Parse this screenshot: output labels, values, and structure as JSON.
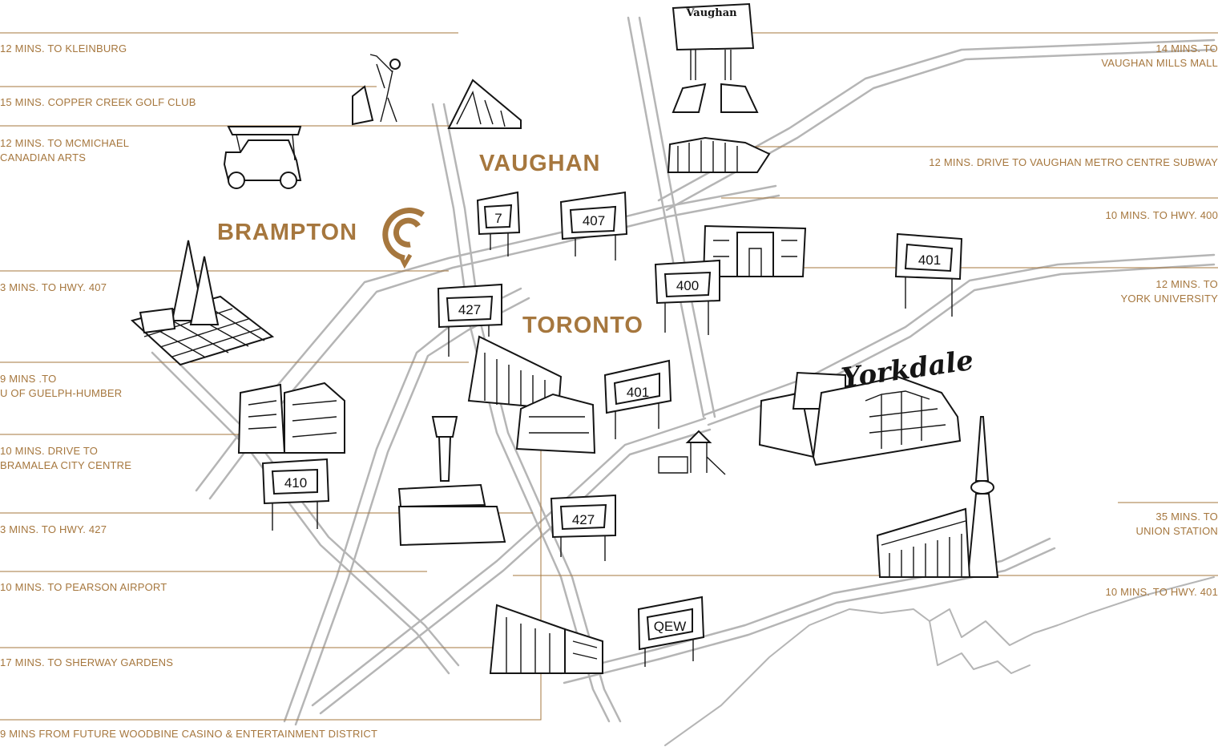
{
  "cities": {
    "vaughan": "VAUGHAN",
    "brampton": "BRAMPTON",
    "toronto": "TORONTO"
  },
  "landmarks": {
    "mall_sign": "Vaughan",
    "yorkdale": "Yorkdale"
  },
  "highway_signs": {
    "hwy7": "7",
    "hwy407": "407",
    "hwy400": "400",
    "hwy401_east": "401",
    "hwy427_north": "427",
    "hwy401_central": "401",
    "hwy410": "410",
    "hwy427_south": "427",
    "qew": "QEW"
  },
  "left_labels": {
    "kleinburg": "12 MINS. TO KLEINBURG",
    "copper_creek": "15 MINS. COPPER CREEK GOLF CLUB",
    "mcmichael_1": "12 MINS. TO MCMICHAEL",
    "mcmichael_2": "CANADIAN ARTS",
    "hwy407": "3 MINS. TO HWY. 407",
    "guelph_1": "9 MINS .TO",
    "guelph_2": "U OF GUELPH-HUMBER",
    "bramalea_1": "10 MINS. DRIVE TO",
    "bramalea_2": "BRAMALEA CITY CENTRE",
    "hwy427": "3 MINS. TO HWY. 427",
    "pearson": "10 MINS. TO PEARSON AIRPORT",
    "sherway": "17 MINS. TO SHERWAY GARDENS",
    "woodbine": "9 MINS FROM FUTURE WOODBINE CASINO & ENTERTAINMENT DISTRICT"
  },
  "right_labels": {
    "vaughan_mills_1": "14 MINS. TO",
    "vaughan_mills_2": "VAUGHAN MILLS MALL",
    "metro_centre": "12 MINS. DRIVE TO VAUGHAN METRO CENTRE SUBWAY",
    "hwy400": "10 MINS. TO HWY. 400",
    "york_1": "12 MINS. TO",
    "york_2": "YORK UNIVERSITY",
    "union_1": "35 MINS. TO",
    "union_2": "UNION STATION",
    "hwy401": "10 MINS. TO HWY. 401"
  },
  "colors": {
    "accent": "#a6773e",
    "road": "#b5b5b5",
    "ink": "#151515"
  }
}
